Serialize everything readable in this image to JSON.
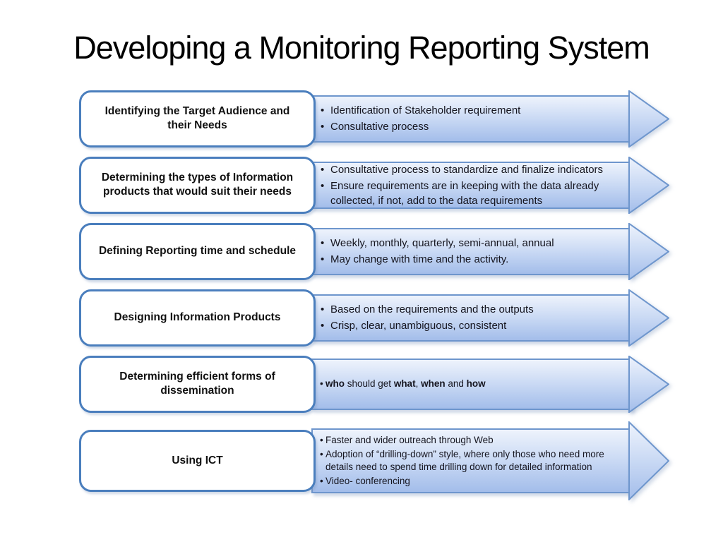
{
  "slide": {
    "title": "Developing a Monitoring Reporting System",
    "colors": {
      "box_border": "#4a7ebd",
      "arrow_outline": "#6e96cd",
      "arrow_gradient_top": "#eef3fc",
      "arrow_gradient_mid": "#c9d9f4",
      "arrow_gradient_bottom": "#a3bdea",
      "box_fill": "#ffffff",
      "text": "#15151f"
    },
    "rows": [
      {
        "box": "Identifying the Target Audience and their Needs",
        "bullets": [
          [
            {
              "t": "Identification of Stakeholder requirement"
            }
          ],
          [
            {
              "t": "Consultative process"
            }
          ]
        ]
      },
      {
        "box": "Determining the types of Information products that would suit their needs",
        "bullets": [
          [
            {
              "t": "Consultative process to standardize and finalize indicators"
            }
          ],
          [
            {
              "t": "Ensure requirements are in keeping with the data already collected, if not, add to the data requirements"
            }
          ]
        ]
      },
      {
        "box": "Defining Reporting time and schedule",
        "bullets": [
          [
            {
              "t": "Weekly, monthly, quarterly, semi-annual, annual"
            }
          ],
          [
            {
              "t": "May change with time and the activity."
            }
          ]
        ]
      },
      {
        "box": "Designing Information Products",
        "bullets": [
          [
            {
              "t": "Based on the requirements and the outputs"
            }
          ],
          [
            {
              "t": "Crisp, clear, unambiguous, consistent"
            }
          ]
        ]
      },
      {
        "box": "Determining efficient forms of dissemination",
        "small_text": true,
        "bullets": [
          [
            {
              "t": "who",
              "b": true
            },
            {
              "t": " should get "
            },
            {
              "t": "what",
              "b": true
            },
            {
              "t": ", "
            },
            {
              "t": "when",
              "b": true
            },
            {
              "t": " and "
            },
            {
              "t": "how",
              "b": true
            }
          ]
        ]
      },
      {
        "box": "Using ICT",
        "small_text": true,
        "tall": true,
        "bullets": [
          [
            {
              "t": "Faster and wider outreach through Web"
            }
          ],
          [
            {
              "t": "Adoption of  “drilling-down” style, where only those who need more details need to spend time drilling down for detailed information"
            }
          ],
          [
            {
              "t": "Video- conferencing"
            }
          ]
        ]
      }
    ]
  }
}
